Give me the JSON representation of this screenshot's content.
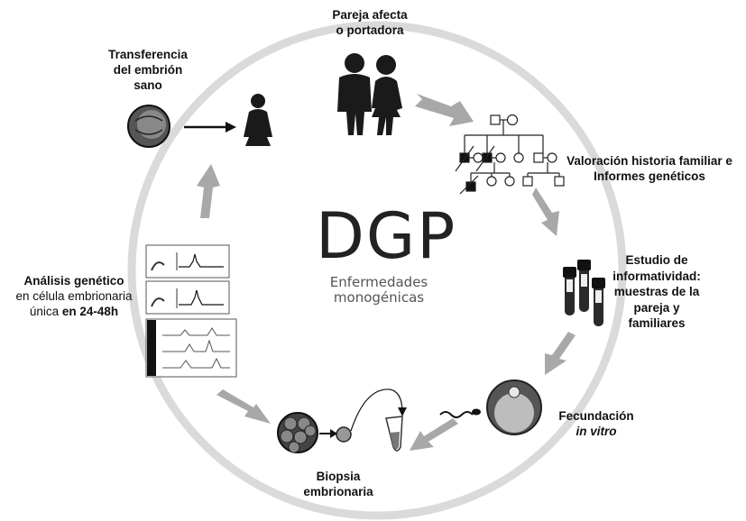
{
  "center": {
    "title": "DGP",
    "subtitle_line1": "Enfermedades",
    "subtitle_line2": "monogénicas"
  },
  "steps": {
    "pareja": {
      "line1": "Pareja afecta",
      "line2": "o portadora"
    },
    "valoracion": {
      "line1": "Valoración historia familiar e",
      "line2": "Informes genéticos"
    },
    "estudio": {
      "line1": "Estudio de",
      "line2": "informatividad:",
      "line3": "muestras de la",
      "line4": "pareja y",
      "line5": "familiares"
    },
    "fecundacion": {
      "line1": "Fecundación",
      "line2": "in vitro"
    },
    "biopsia": {
      "line1": "Biopsia",
      "line2": "embrionaria"
    },
    "analisis": {
      "line1": "Análisis genético",
      "line2": "en célula embrionaria",
      "line3_normal": "única ",
      "line3_bold": "en 24-48h"
    },
    "transferencia": {
      "line1": "Transferencia",
      "line2": "del embrión",
      "line3": "sano"
    }
  },
  "colors": {
    "ring": "#d9d9d9",
    "arrow": "#a9a9a9",
    "figure": "#1a1a1a",
    "title": "#222222"
  }
}
